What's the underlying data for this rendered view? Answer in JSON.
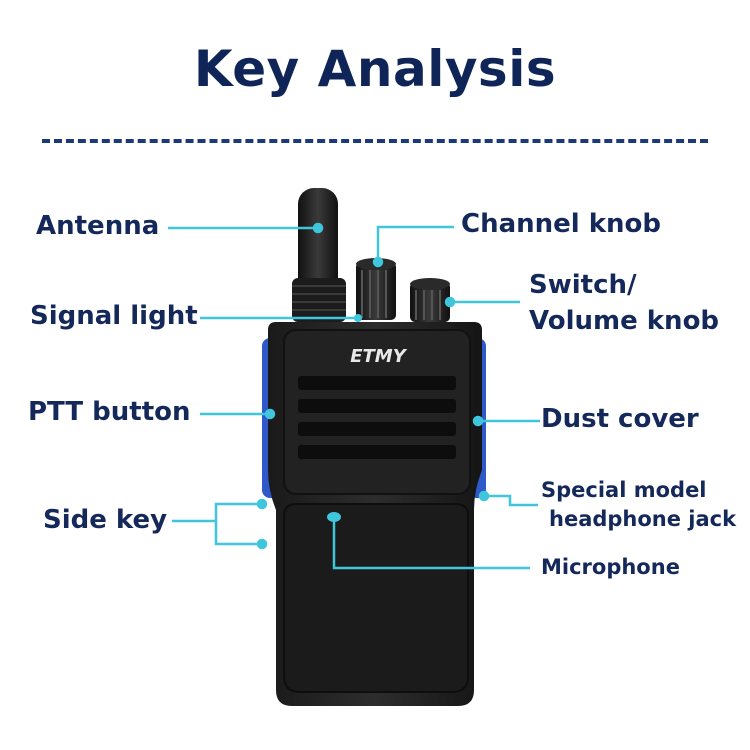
{
  "title": "Key Analysis",
  "brand": "ETMY",
  "labels": {
    "antenna": "Antenna",
    "channel_knob": "Channel knob",
    "switch_line1": "Switch/",
    "switch_line2": "Volume knob",
    "signal_light": "Signal light",
    "ptt_button": "PTT button",
    "dust_cover": "Dust cover",
    "side_key": "Side key",
    "special_line1": "Special model",
    "special_line2": "headphone jack",
    "microphone": "Microphone"
  },
  "colors": {
    "title": "#0f2557",
    "label": "#14285a",
    "leader": "#3fc6dc",
    "accent_blue": "#2f58c8"
  }
}
